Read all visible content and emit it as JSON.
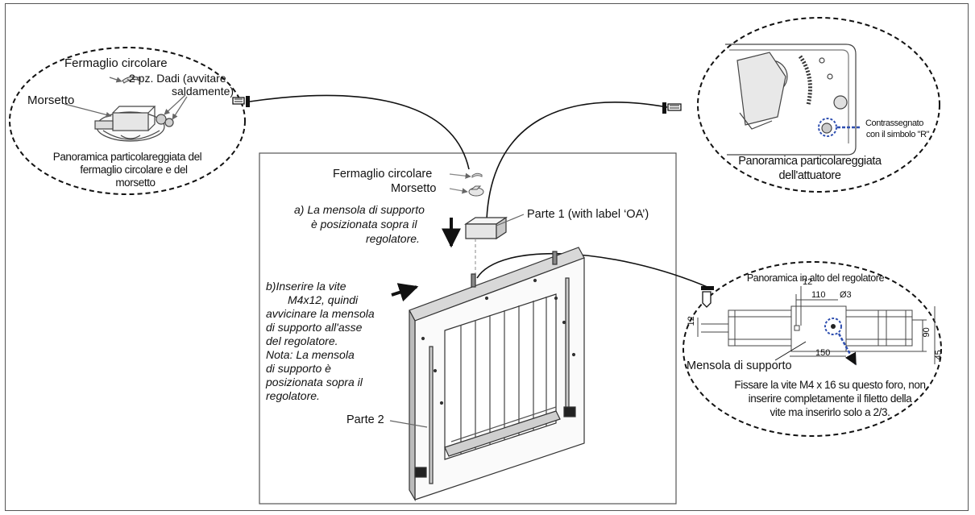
{
  "colors": {
    "line": "#111111",
    "highlight": "#2f4fb0",
    "drawing": "#444444"
  },
  "bubble_clip": {
    "label_clip": "Fermaglio circolare",
    "label_nuts": "2 pz. Dadi (avvitare saldamente)",
    "label_nuts_line1": "2 pz. Dadi (avvitare",
    "label_nuts_line2": "saldamente)",
    "label_clamp": "Morsetto",
    "caption_line1": "Panoramica particolareggiata del",
    "caption_line2": "fermaglio circolare e del",
    "caption_line3": "morsetto"
  },
  "bubble_actuator": {
    "note_line1": "Contrassegnato",
    "note_line2": "con il simbolo \"R\"",
    "caption_line1": "Panoramica particolareggiata",
    "caption_line2": "dell'attuatore"
  },
  "main": {
    "label_clip": "Fermaglio circolare",
    "label_clamp": "Morsetto",
    "step_a_line1": "a) La mensola di supporto",
    "step_a_line2": "è posizionata sopra il",
    "step_a_line3": "regolatore.",
    "label_part1": "Parte 1 (with label ‘OA’)",
    "step_b_line1": "b)Inserire la vite",
    "step_b_line2": "M4x12, quindi",
    "step_b_line3": "avvicinare la mensola",
    "step_b_line4": "di supporto all'asse",
    "step_b_line5": "del regolatore.",
    "step_b_line6": "Nota: La mensola",
    "step_b_line7": "di supporto è",
    "step_b_line8": "posizionata sopra il",
    "step_b_line9": "regolatore.",
    "label_part2": "Parte 2"
  },
  "bubble_top_view": {
    "title": "Panoramica in alto del regolatore",
    "dim_12_top": "12",
    "dim_110": "110",
    "dim_phi3": "Ø3",
    "dim_12_left": "12",
    "dim_90": "90",
    "dim_150": "150",
    "dim_45": "45",
    "label_bracket": "Mensola di supporto",
    "note_line1": "Fissare la vite M4 x 16 su questo foro, non",
    "note_line2": "inserire completamente il filetto della",
    "note_line3": "vite ma inserirlo solo a 2/3."
  }
}
